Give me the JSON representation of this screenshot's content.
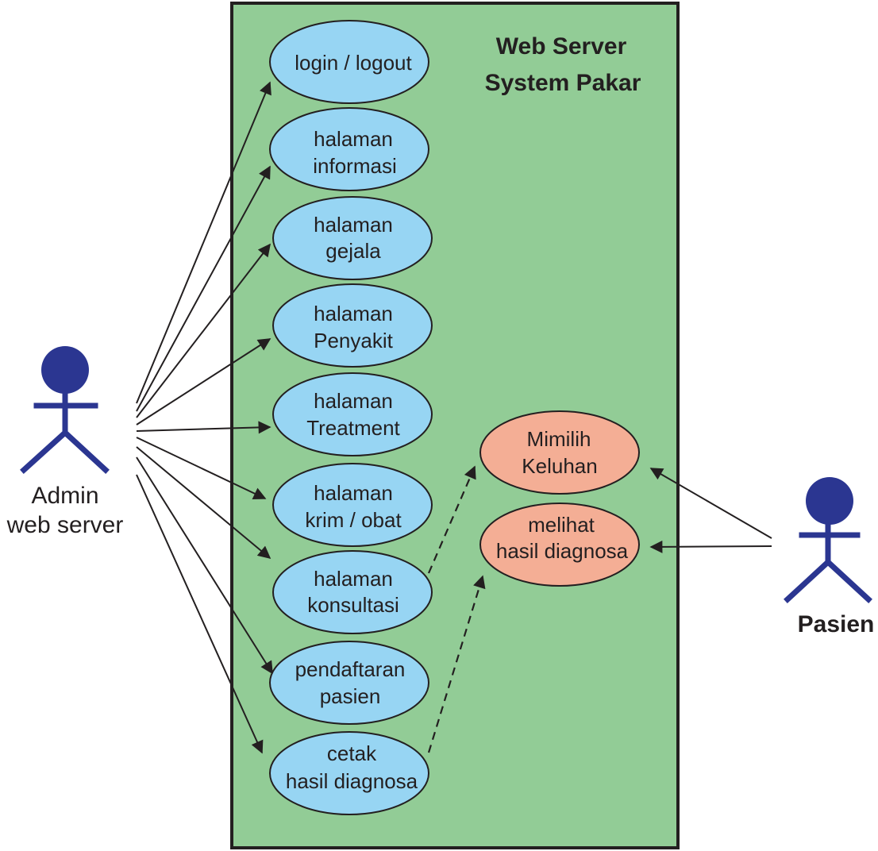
{
  "colors": {
    "system_fill": "#92cc96",
    "usecase_blue": "#97d5f3",
    "usecase_salmon": "#f4ae95",
    "actor": "#2b3691",
    "line": "#231f20"
  },
  "system": {
    "title_line1": "Web Server",
    "title_line2": "System Pakar"
  },
  "actors": {
    "admin": {
      "line1": "Admin",
      "line2": "web server"
    },
    "pasien": {
      "line1": "Pasien"
    }
  },
  "use_cases": {
    "login": {
      "line1": "login / logout"
    },
    "informasi": {
      "line1": "halaman",
      "line2": "informasi"
    },
    "gejala": {
      "line1": "halaman",
      "line2": "gejala"
    },
    "penyakit": {
      "line1": "halaman",
      "line2": "Penyakit"
    },
    "treatment": {
      "line1": "halaman",
      "line2": "Treatment"
    },
    "krim": {
      "line1": "halaman",
      "line2": "krim / obat"
    },
    "konsultasi": {
      "line1": "halaman",
      "line2": "konsultasi"
    },
    "pendaftaran": {
      "line1": "pendaftaran",
      "line2": "pasien"
    },
    "cetak": {
      "line1": "cetak",
      "line2": "hasil diagnosa"
    },
    "mimilih": {
      "line1": "Mimilih",
      "line2": "Keluhan"
    },
    "melihat": {
      "line1": "melihat",
      "line2": "hasil diagnosa"
    }
  }
}
